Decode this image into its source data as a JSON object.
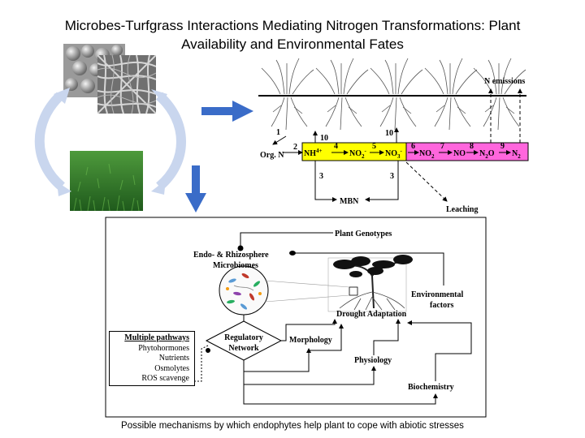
{
  "title_line1": "Microbes-Turfgrass Interactions Mediating Nitrogen Transformations: Plant",
  "title_line2": "Availability and Environmental Fates",
  "caption": "Possible mechanisms by which endophytes help plant to cope with abiotic stresses",
  "n_cycle": {
    "n_emissions": "N emissions",
    "org_n": "Org. N",
    "nh4": "NH",
    "nh4_sup": "4",
    "nh4_charge": "+",
    "no2": "NO",
    "no2_sub": "2",
    "no2_charge": "-",
    "no3": "NO",
    "no3_sub": "3",
    "no3_charge": "-",
    "no2b": "NO",
    "no2b_sub": "2",
    "no": "NO",
    "n2o": "N",
    "n2o_sub": "2",
    "n2o_o": "O",
    "n2": "N",
    "n2_sub": "2",
    "mbn": "MBN",
    "leaching": "Leaching",
    "step_labels": [
      "1",
      "2",
      "4",
      "5",
      "6",
      "7",
      "8",
      "9",
      "10",
      "10",
      "3",
      "3"
    ],
    "colors": {
      "nitrification_box": "#ffff00",
      "denitrification_box": "#ff66dd"
    }
  },
  "mechanisms": {
    "plant_genotypes": "Plant Genotypes",
    "microbiomes_line1": "Endo- & Rhizosphere",
    "microbiomes_line2": "Microbiomes",
    "environmental_line1": "Environmental",
    "environmental_line2": "factors",
    "drought_adaptation": "Drought Adaptation",
    "regulatory_line1": "Regulatory",
    "regulatory_line2": "Network",
    "morphology": "Morphology",
    "physiology": "Physiology",
    "biochemistry": "Biochemistry",
    "multiple_pathways": {
      "heading": "Multiple pathways",
      "items": [
        "Phytohormones",
        "Nutrients",
        "Osmolytes",
        "ROS scavenge"
      ]
    }
  },
  "colors": {
    "arrow_blue": "#3a6cc8",
    "cycle_arrow": "#c9d6ee",
    "grass_green": "#2f7a2a"
  }
}
